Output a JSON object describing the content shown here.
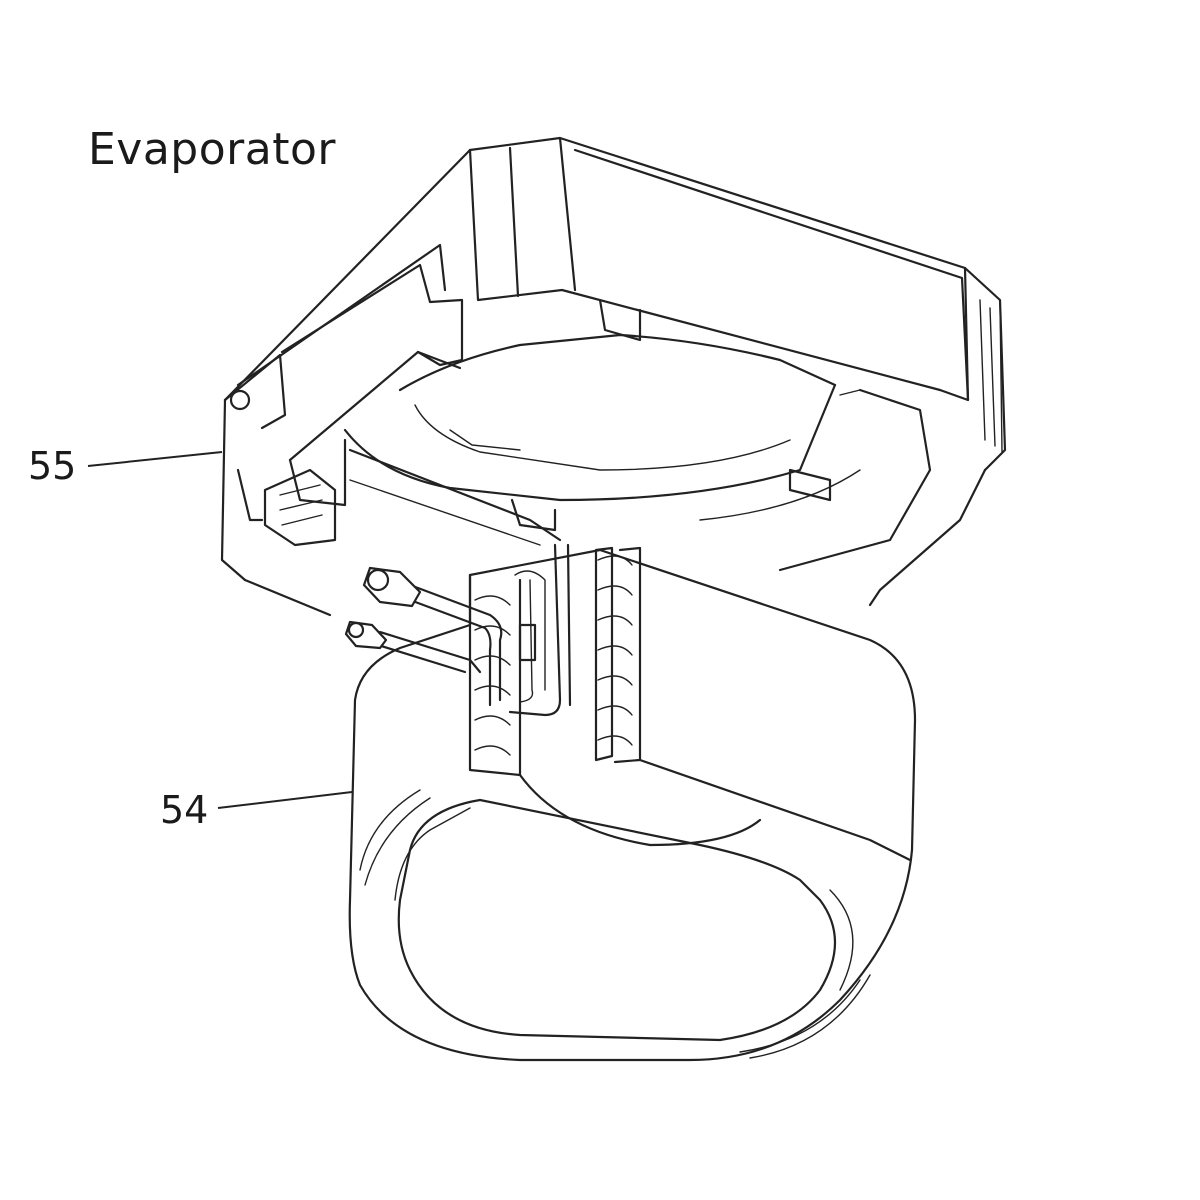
{
  "figure": {
    "title": "Evaporator",
    "callouts": [
      {
        "id": "55",
        "label": "55"
      },
      {
        "id": "54",
        "label": "54"
      }
    ]
  },
  "colors": {
    "line": "#222222",
    "background": "#ffffff"
  }
}
